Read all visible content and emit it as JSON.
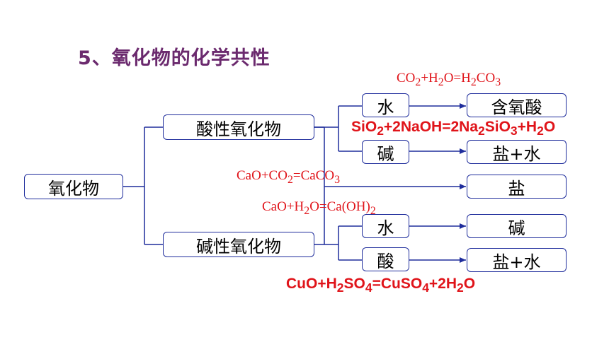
{
  "title": "5、氧化物的化学共性",
  "nodes": {
    "root": "氧化物",
    "acidic": "酸性氧化物",
    "basic": "碱性氧化物",
    "water1": "水",
    "base1": "碱",
    "water2": "水",
    "acid": "酸",
    "oxyacid": "含氧酸",
    "salt_water1": "盐+水",
    "salt": "盐",
    "base2": "碱",
    "salt_water2": "盐+水"
  },
  "equations": {
    "co2_h2o": "CO<sub>2</sub>+H<sub>2</sub>O=H<sub>2</sub>CO<sub>3</sub>",
    "sio2_naoh": "SiO<sub>2</sub>+2NaOH=2Na<sub>2</sub>SiO<sub>3</sub>+H<sub>2</sub>O",
    "cao_co2": "CaO+CO<sub>2</sub>=CaCO<sub>3</sub>",
    "cao_h2o": "CaO+H<sub>2</sub>O=Ca(OH)<sub>2</sub>",
    "cuo_h2so4": "CuO+H<sub>2</sub>SO<sub>4</sub>=CuSO<sub>4</sub>+2H<sub>2</sub>O"
  },
  "colors": {
    "title": "#6b2a6e",
    "box_border": "#1f2d9c",
    "line": "#1f2d9c",
    "equation": "#e0141a"
  }
}
